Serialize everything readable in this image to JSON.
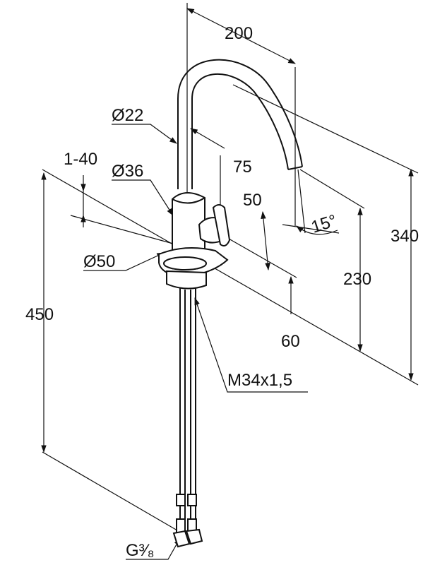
{
  "dimensions": {
    "spout_reach": "200",
    "spout_diameter": "Ø22",
    "body_diameter": "Ø36",
    "base_diameter": "Ø50",
    "deck_thickness": "1-40",
    "lever_offset": "75",
    "lever_height": "50",
    "spout_angle": "15°",
    "base_height": "60",
    "outlet_height": "230",
    "overall_height": "340",
    "total_length": "450",
    "thread": "M34x1,5",
    "connection": "G³⁄₈"
  }
}
